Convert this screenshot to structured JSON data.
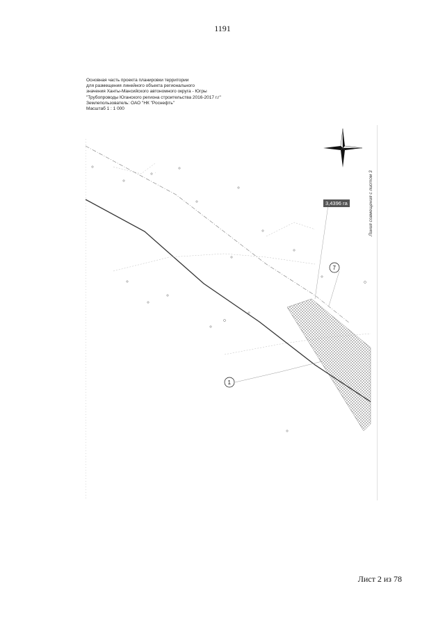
{
  "header": {
    "page_number": "1191"
  },
  "title_block": {
    "lines": [
      "Основная часть проекта планировки территории",
      "для размещения линейного объекта регионального",
      "значения Ханты-Мансийского автономного округа - Югры",
      "\"Трубопроводы Юганского региона строительства 2016-2017 г.г\"",
      "Землепользователь: ОАО \"НК \"Роснефть\"",
      "Масштаб 1 : 1 000"
    ]
  },
  "map": {
    "area_label": "3,4396 га",
    "side_label": "Линия совмещения с листом 3",
    "callouts": [
      "7",
      "1"
    ],
    "north_arrow": "compass-rose-icon"
  },
  "footer": {
    "sheet_label": "Лист 2 из 78"
  }
}
